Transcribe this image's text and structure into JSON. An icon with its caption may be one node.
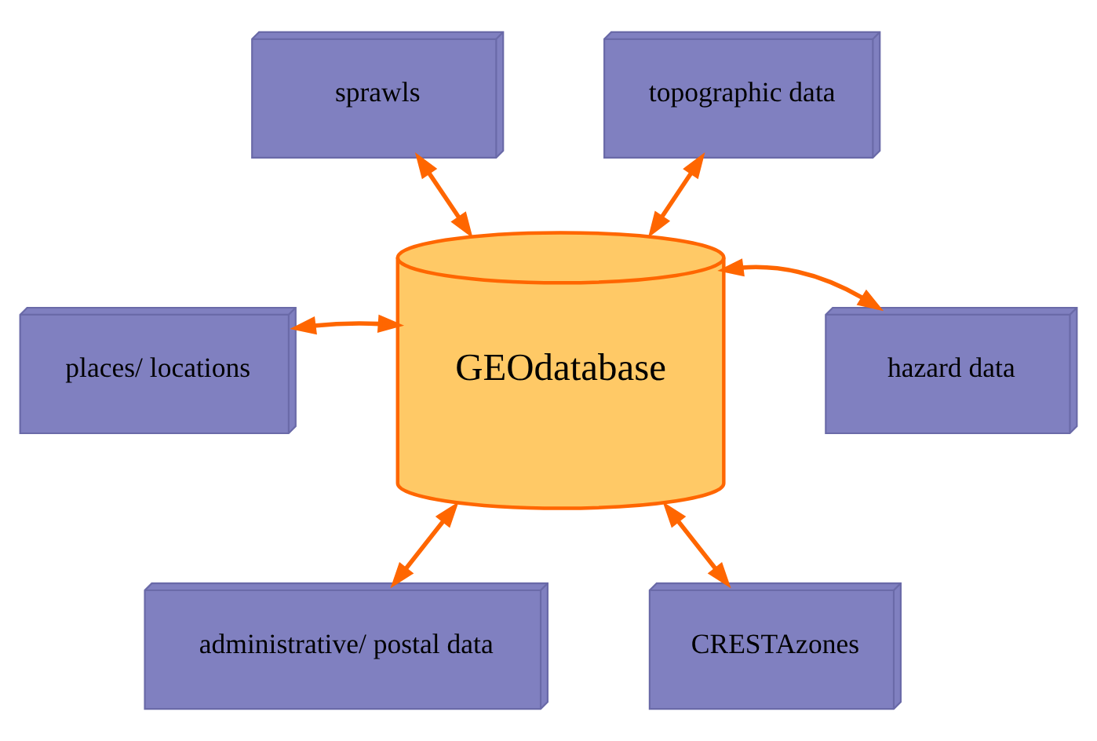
{
  "diagram": {
    "nodes": [
      {
        "text": [
          "GEOdatabase"
        ]
      },
      {
        "text": [
          "sprawls"
        ]
      },
      {
        "text": [
          "topographic data"
        ]
      },
      {
        "text": [
          "places/ locations"
        ]
      },
      {
        "text": [
          "hazard data"
        ]
      },
      {
        "text": [
          "administrative/ postal data"
        ]
      },
      {
        "text": [
          "CRESTAzones"
        ]
      }
    ],
    "edges": [
      {
        "from": 1,
        "to": 0,
        "arrow": "both"
      },
      {
        "from": 2,
        "to": 0,
        "arrow": "both"
      },
      {
        "from": 3,
        "to": 0,
        "arrow": "both"
      },
      {
        "from": 0,
        "to": 4,
        "arrow": "both"
      },
      {
        "from": 0,
        "to": 5,
        "arrow": "both"
      },
      {
        "from": 0,
        "to": 6,
        "arrow": "both"
      }
    ]
  }
}
